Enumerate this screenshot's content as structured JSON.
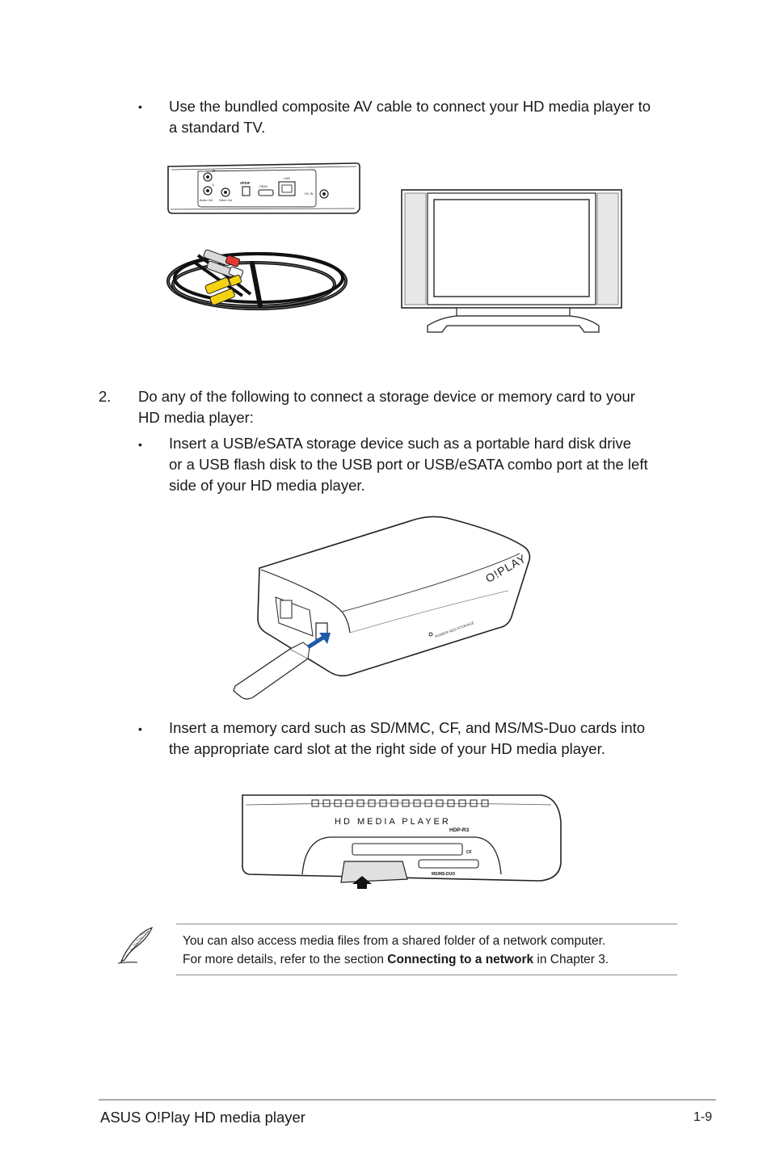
{
  "bullets": {
    "symbol": "•"
  },
  "av_cable_bullet": {
    "line1": "Use the bundled composite AV cable to connect your HD media player to",
    "line2": "a standard TV."
  },
  "rear_panel_labels": {
    "r": "R",
    "l": "L",
    "audio_out": "Audio Out",
    "video_out": "Video Out",
    "spdif": "SPDIF",
    "hdmi": "HDMI",
    "lan": "LAN",
    "dc_in": "DC-IN"
  },
  "step2": {
    "number": "2.",
    "line1": "Do any of the following to connect a storage device or memory card to your",
    "line2": "HD media player:"
  },
  "usb_bullet": {
    "line1": "Insert a USB/eSATA storage device such as a portable hard disk drive",
    "line2": "or a USB flash disk to the USB port or USB/eSATA combo port at the left",
    "line3": "side of your HD media player."
  },
  "player_labels": {
    "brand": "O!PLAY",
    "status": "POWER  HDD  STORAGE"
  },
  "card_bullet": {
    "line1": "Insert a memory card such as SD/MMC, CF, and MS/MS-Duo cards into",
    "line2": "the appropriate card slot at the right side of your HD media player."
  },
  "front_panel_labels": {
    "title": "HD MEDIA PLAYER",
    "model": "HDP-R3",
    "cf": "CF",
    "ms": "MS/MS-DUO"
  },
  "note": {
    "line1": "You can also access media files from a shared folder of a network computer.",
    "line2_prefix": "For more details, refer to the section ",
    "line2_bold": "Connecting to a network",
    "line2_suffix": " in Chapter 3."
  },
  "footer": {
    "left": "ASUS O!Play HD media player",
    "right": "1-9"
  }
}
